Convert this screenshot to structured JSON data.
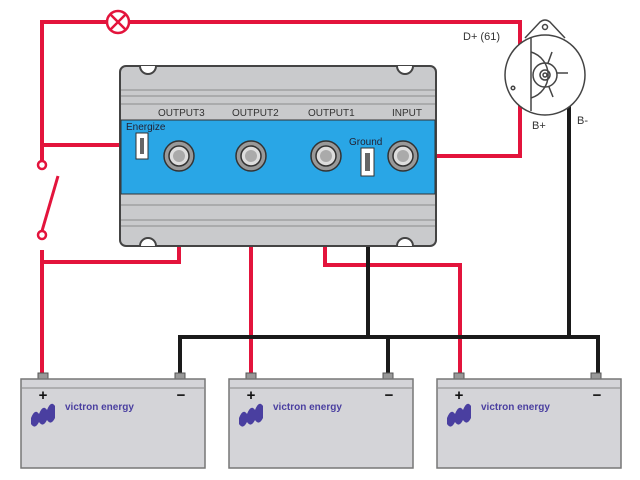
{
  "isolator": {
    "terminals": [
      "OUTPUT3",
      "OUTPUT2",
      "OUTPUT1",
      "INPUT"
    ],
    "energize_label": "Energize",
    "ground_label": "Ground",
    "body_color": "#c9cacc",
    "band_color": "#29a6e6"
  },
  "alternator": {
    "d_plus_label": "D+ (61)",
    "b_plus_label": "B+",
    "b_minus_label": "B-"
  },
  "batteries": [
    {
      "brand": "victron energy",
      "plus": "+",
      "minus": "−"
    },
    {
      "brand": "victron energy",
      "plus": "+",
      "minus": "−"
    },
    {
      "brand": "victron energy",
      "plus": "+",
      "minus": "−"
    }
  ],
  "colors": {
    "positive_wire": "#e3143c",
    "negative_wire": "#1a1a1a",
    "battery": "#d4d4d8",
    "brand": "#4a3fa0"
  }
}
